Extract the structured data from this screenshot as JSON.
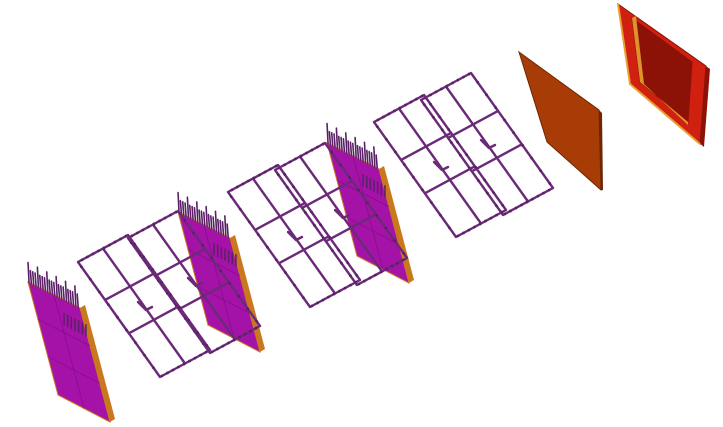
{
  "scene": {
    "title": "",
    "background": "#ffffff",
    "colors": {
      "wire": "#6b2a78",
      "wire_dot": "#5a2066",
      "panel_fill": "#a512a8",
      "panel_fill_dark": "#8e0e92",
      "panel_edge": "#c9781e",
      "panel_grid": "#7a0c7e",
      "pins": "#5a2066",
      "plate_fill": "#a83c06",
      "plate_edge": "#6e2603",
      "bezel_outer": "#d02010",
      "bezel_inner": "#e8a030",
      "bezel_shadow": "#8c1208"
    },
    "layers": [
      {
        "kind": "connector-panel",
        "group": 1
      },
      {
        "kind": "wire-frame",
        "group": 1
      },
      {
        "kind": "wire-frame",
        "group": 1
      },
      {
        "kind": "connector-panel",
        "group": 2
      },
      {
        "kind": "wire-frame",
        "group": 2
      },
      {
        "kind": "wire-frame",
        "group": 2
      },
      {
        "kind": "connector-panel",
        "group": 3
      },
      {
        "kind": "wire-frame",
        "group": 3
      },
      {
        "kind": "wire-frame",
        "group": 3
      },
      {
        "kind": "solid-plate",
        "group": 4
      },
      {
        "kind": "bezel-frame",
        "group": 4
      }
    ]
  }
}
